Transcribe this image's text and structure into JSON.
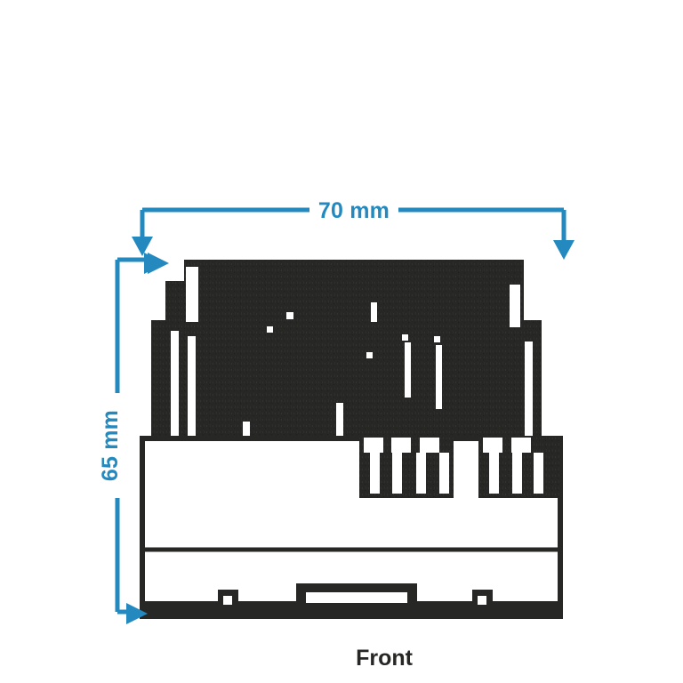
{
  "drawing": {
    "title_caption": "Front",
    "background_color": "#ffffff",
    "dimension_color": "#2389bf",
    "body_color": "#272726",
    "outline_color": "#272726",
    "dimensions": {
      "width": {
        "label": "70 mm",
        "value": 70,
        "unit": "mm",
        "orientation": "horizontal",
        "position": "top",
        "arrow_start": "down",
        "arrow_end": "down"
      },
      "height": {
        "label": "65 mm",
        "value": 65,
        "unit": "mm",
        "orientation": "vertical",
        "position": "left",
        "text_rotation": -90,
        "arrow_start": "right",
        "arrow_end": "right"
      }
    },
    "product": {
      "view": "front",
      "description": "DIN-rail mounted module front view",
      "sections": [
        {
          "name": "upper-terminal-block",
          "fill": "dark"
        },
        {
          "name": "mid-body-band",
          "fill": "light"
        },
        {
          "name": "connector-block-left",
          "fill": "dark"
        },
        {
          "name": "connector-block-right",
          "fill": "dark"
        },
        {
          "name": "lower-body",
          "fill": "light"
        },
        {
          "name": "din-rail-clip",
          "fill": "dark"
        }
      ]
    }
  }
}
